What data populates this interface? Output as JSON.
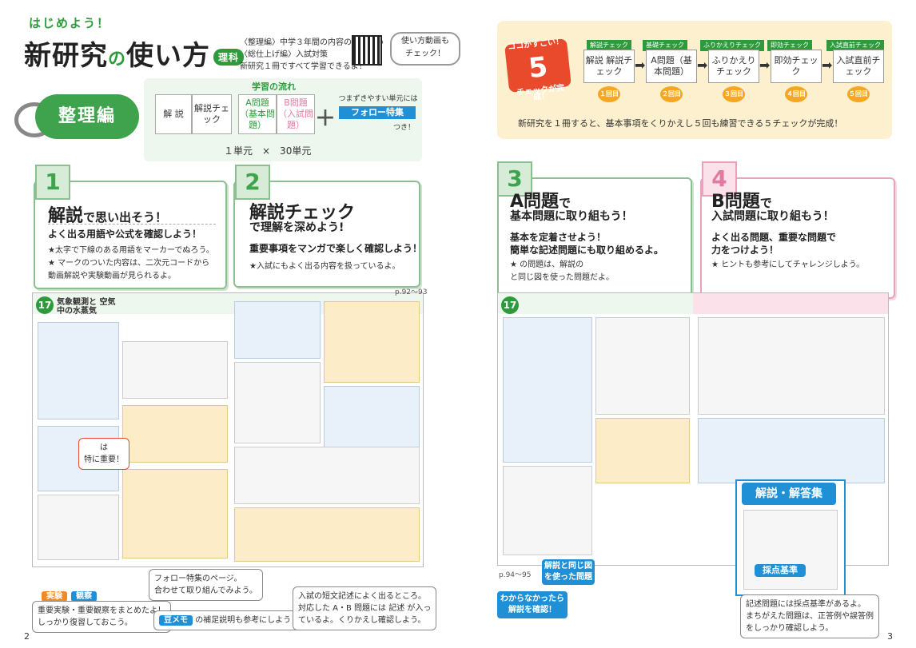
{
  "header": {
    "kicker": "はじめよう！",
    "title_a": "新研究",
    "title_no": "の",
    "title_b": "使い方",
    "subject": "理科",
    "intro_lines": [
      "〈整理編〉中学３年間の内容のおさらい",
      "〈総仕上げ編〉入試対策",
      "新研究１冊ですべて学習できるよ！"
    ],
    "video_bubble": [
      "使い方動画も",
      "チェック！"
    ]
  },
  "flow": {
    "section": "整理編",
    "title": "学習の流れ",
    "steps": [
      "解 説",
      "解説チェック",
      "A問題（基本問題）",
      "B問題（入試問題）"
    ],
    "follow_note": "つまずきやすい単元には",
    "follow_label": "フォロー特集",
    "follow_suffix": "つき！",
    "units": "１単元　×　30単元"
  },
  "checks": {
    "badge_top": "ココがすごい！",
    "badge_num": "5",
    "badge_label": "チェックが完成！",
    "tags": [
      "解説チェック",
      "基礎チェック",
      "ふりかえりチェック",
      "即効チェック",
      "入試直前チェック"
    ],
    "steps": [
      "解説 解説チェック",
      "A問題（基本問題）",
      "ふりかえりチェック",
      "即効チェック",
      "入試直前チェック"
    ],
    "rounds": [
      "１回目",
      "２回目",
      "３回目",
      "４回目",
      "５回目"
    ],
    "note": "新研究を１冊すると、基本事項をくりかえし５回も練習できる５チェックが完成！"
  },
  "cards": [
    {
      "num": "1",
      "title": "解説",
      "title_sm": "で思い出そう！",
      "sub": "よく出る用語や公式を確認しよう！",
      "body": [
        "★太字で下線のある用語をマーカーでぬろう。",
        "★ マークのついた内容は、二次元コードから",
        "動画解説や実験動画が見られるよ。"
      ]
    },
    {
      "num": "2",
      "title": "解説チェック",
      "title_sm": "で理解を深めよう!",
      "sub": "重要事項をマンガで楽しく確認しよう！",
      "body": [
        "★入試にもよく出る内容を扱っているよ。"
      ]
    },
    {
      "num": "3",
      "title": "A問題",
      "title_sm": "で",
      "sub_lines": [
        "基本問題に取り組もう！",
        "基本を定着させよう！",
        "簡単な記述問題にも取り組めるよ。"
      ],
      "body": [
        "★ の問題は、解説の",
        "と同じ図を使った問題だよ。"
      ]
    },
    {
      "num": "4",
      "title": "B問題",
      "title_sm": "で",
      "sub_lines": [
        "入試問題に取り組もう！",
        "よく出る問題、重要な問題で",
        "力をつけよう！"
      ],
      "body": [
        "★ ヒントも参考にしてチャレンジしよう。"
      ]
    }
  ],
  "pages": {
    "left_ref": "p.92〜93",
    "right_ref": "p.94〜95",
    "left_unit_num": "17",
    "left_unit_title": "気象観測と 空気中の水蒸気",
    "right_unit_num": "17"
  },
  "callouts": {
    "important": [
      "は",
      "特に重要！"
    ],
    "follow": [
      "フォロー特集のページ。",
      "合わせて取り組んでみよう。"
    ],
    "jikken": "実験",
    "kansatsu": "観察",
    "jikken_note": [
      "重要実験・重要観察をまとめたよ！",
      "しっかり復習しておこう。"
    ],
    "memo": "の補足説明も参考にしよう！",
    "memo_tag": "豆メモ",
    "kijutsu": [
      "入試の短文記述によく出るところ。",
      "対応した A・B 問題には 記述 が入っ",
      "ているよ。くりかえし確認しよう。"
    ],
    "same_fig": [
      "解説と同じ図",
      "を使った問題"
    ],
    "wakaranai": [
      "わからなかったら",
      "解説を確認！"
    ],
    "answers_title": "解説・解答集",
    "saiten": "採点基準",
    "saiten_note": [
      "記述問題には採点基準があるよ。",
      "まちがえた問題は、正答例や誤答例",
      "をしっかり確認しよう。"
    ]
  },
  "page_numbers": [
    "2",
    "3"
  ]
}
